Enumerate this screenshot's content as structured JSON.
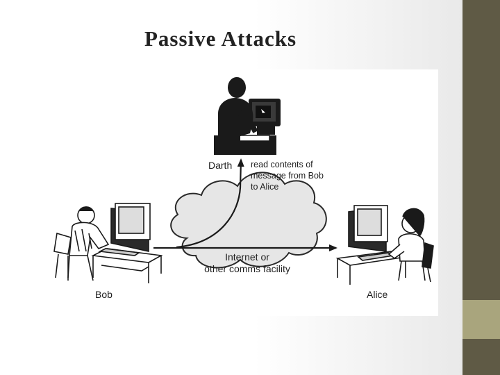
{
  "slide": {
    "title": "Passive Attacks"
  },
  "figure": {
    "attacker_label": "Darth",
    "attack_note_lines": [
      "read contents of",
      "message from Bob",
      "to Alice"
    ],
    "cloud_lines": [
      "Internet or",
      "other comms facility"
    ],
    "sender_label": "Bob",
    "receiver_label": "Alice"
  },
  "colors": {
    "sidebar_dark": "#5f5a45",
    "sidebar_accent": "#a9a57d",
    "cloud_fill": "#e6e6e6",
    "silhouette": "#1a1a1a"
  }
}
